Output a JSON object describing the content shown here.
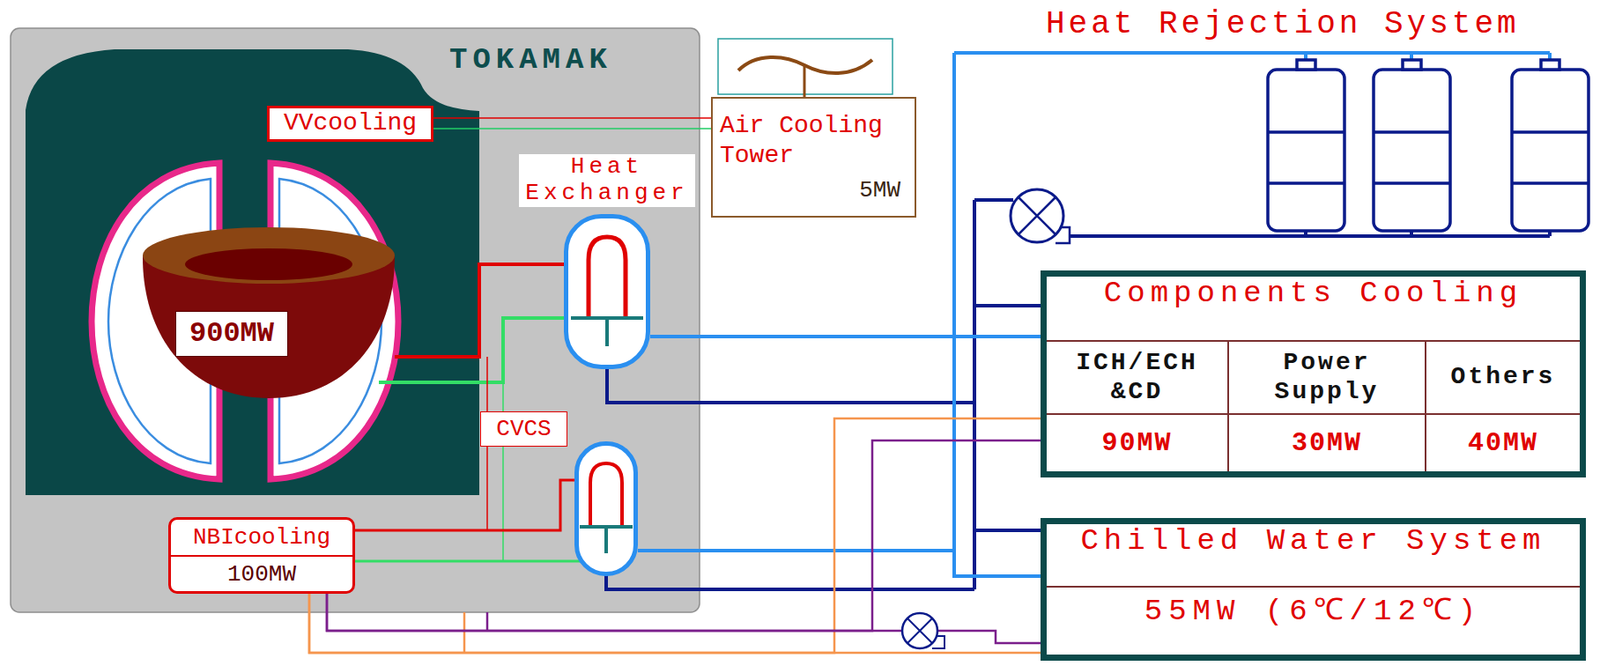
{
  "diagram": {
    "nodes": [
      {
        "text": [
          "TOKAMAK"
        ]
      },
      {
        "text": [
          "VVcooling"
        ],
        "in": 0
      },
      {
        "text": [
          "900MW"
        ],
        "in": 0
      },
      {
        "text": [
          "Heat Exchanger"
        ],
        "in": 0
      },
      {
        "text": [
          "CVCS"
        ],
        "in": 0
      },
      {
        "text": [
          "NBIcooling",
          "100MW"
        ],
        "in": 0
      },
      {
        "text": [
          "Air Cooling Tower",
          "5MW"
        ]
      },
      {
        "text": [
          "Components Cooling"
        ]
      },
      {
        "text": [
          "ICH/ECH &CD"
        ],
        "in": 7
      },
      {
        "text": [
          "Power Supply"
        ],
        "in": 7
      },
      {
        "text": [
          "Others"
        ],
        "in": 7
      },
      {
        "text": [
          "90MW"
        ],
        "in": 7
      },
      {
        "text": [
          "30MW"
        ],
        "in": 7
      },
      {
        "text": [
          "40MW"
        ],
        "in": 7
      },
      {
        "text": [
          "Chilled Water System",
          "55MW (6℃/12℃)"
        ]
      }
    ],
    "edges": [
      {
        "from": 1,
        "to": 6,
        "arrow": "none"
      },
      {
        "from": 1,
        "to": 6,
        "arrow": "none"
      },
      {
        "from": 3,
        "to": 7,
        "arrow": "none"
      },
      {
        "from": 3,
        "to": 14,
        "arrow": "none"
      },
      {
        "from": 5,
        "to": 7,
        "arrow": "none"
      },
      {
        "from": 5,
        "to": 14,
        "arrow": "none"
      },
      {
        "from": 5,
        "to": 7,
        "arrow": "none"
      },
      {
        "from": 5,
        "to": 14,
        "arrow": "none"
      }
    ],
    "labels": [
      "Heat Rejection System"
    ]
  }
}
